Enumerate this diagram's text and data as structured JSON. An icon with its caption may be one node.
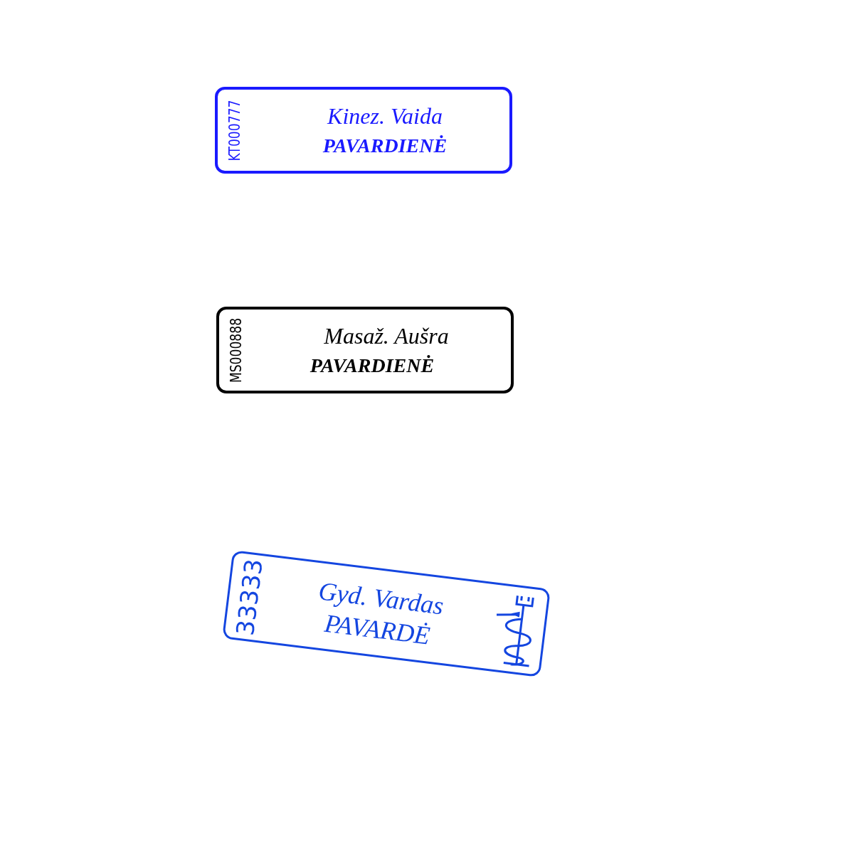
{
  "diagram": {
    "nodes": [
      {
        "text": [
          "KT000777",
          "Kinez. Vaida",
          "PAVARDIENĖ"
        ]
      },
      {
        "text": [
          "MS000888",
          "Masaž. Aušra",
          "PAVARDIENĖ"
        ]
      },
      {
        "text": [
          "33333",
          "Gyd. Vardas",
          "PAVARDĖ"
        ]
      }
    ]
  }
}
